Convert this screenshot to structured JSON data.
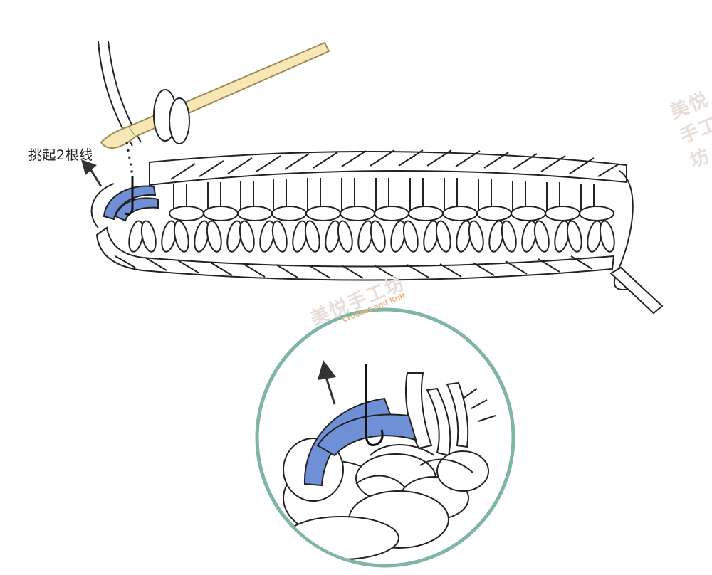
{
  "label": "挑起2根线",
  "watermark": {
    "cn": "美悦手工坊",
    "en": "Crochet and Knit"
  },
  "colors": {
    "hook": "#f7e7b4",
    "hook_outline": "#a08a55",
    "highlight_loop": "#6f8fd6",
    "circle_border": "#7fb5a3",
    "yarn_outline": "#222222",
    "yarn_fill": "#ffffff"
  },
  "icons": [
    "crochet-hook-icon",
    "arrow-up-icon",
    "magnifier-circle-icon"
  ]
}
